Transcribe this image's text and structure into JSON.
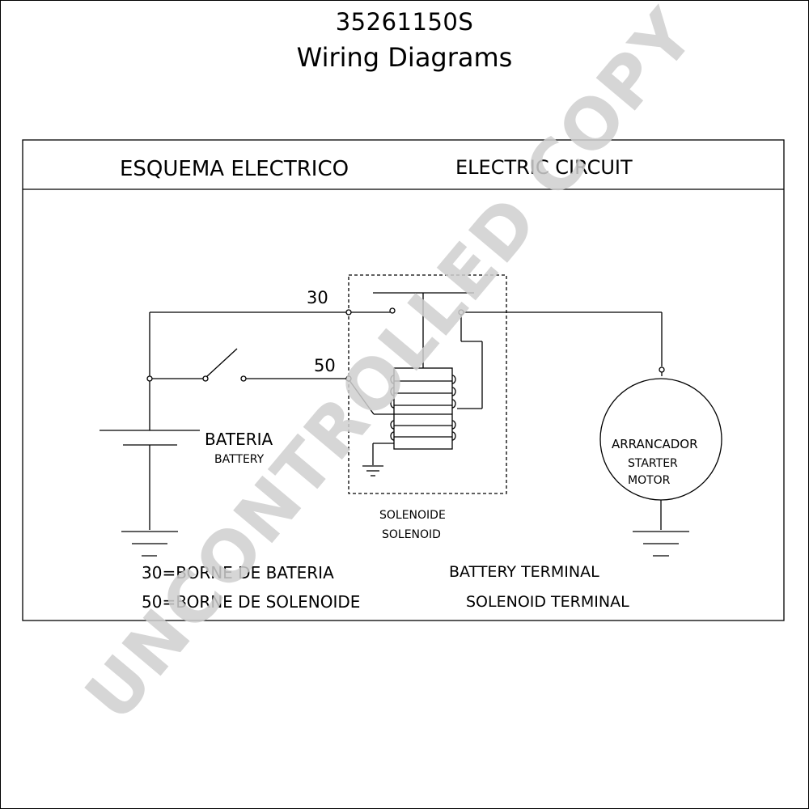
{
  "header": {
    "part_number": "35261150S",
    "title": "Wiring Diagrams"
  },
  "panel": {
    "title_es": "ESQUEMA ELECTRICO",
    "title_en": "ELECTRIC CIRCUIT"
  },
  "terminals": {
    "t30": "30",
    "t50": "50"
  },
  "components": {
    "battery_es": "BATERIA",
    "battery_en": "BATTERY",
    "solenoid_es": "SOLENOIDE",
    "solenoid_en": "SOLENOID",
    "starter_es": "ARRANCADOR",
    "starter_en_1": "STARTER",
    "starter_en_2": "MOTOR"
  },
  "legend": {
    "line1_es": "30=BORNE DE BATERIA",
    "line2_es": "50=BORNE DE SOLENOIDE",
    "line1_en": "BATTERY TERMINAL",
    "line2_en": "SOLENOID TERMINAL"
  },
  "watermark": "UNCONTROLLED COPY"
}
